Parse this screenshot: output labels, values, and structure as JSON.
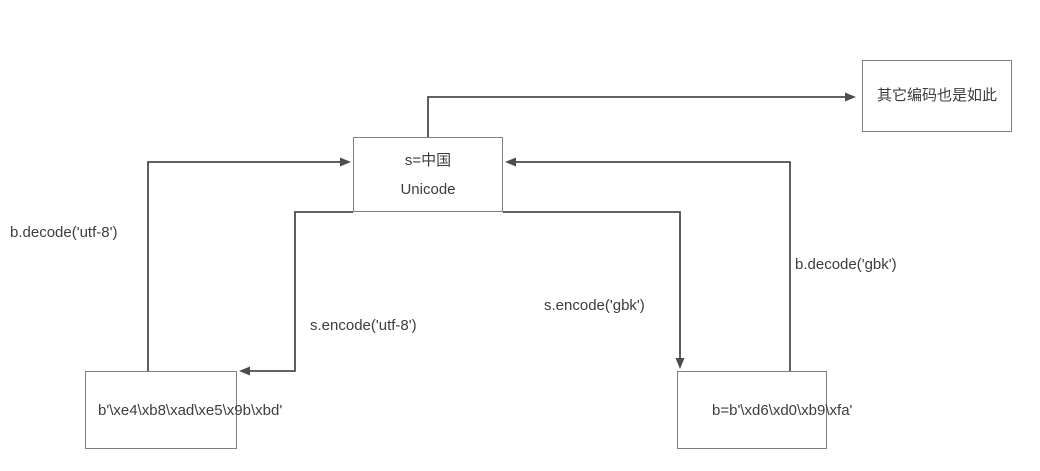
{
  "nodes": {
    "unicode": {
      "line1": "s=中国",
      "line2": "Unicode"
    },
    "other_encodings": {
      "label": "其它编码也是如此"
    },
    "utf8_bytes": {
      "label": "b'\\xe4\\xb8\\xad\\xe5\\x9b\\xbd'"
    },
    "gbk_bytes": {
      "label": "b=b'\\xd6\\xd0\\xb9\\xfa'"
    }
  },
  "edges": {
    "decode_utf8": {
      "label": "b.decode('utf-8')"
    },
    "encode_utf8": {
      "label": "s.encode('utf-8')"
    },
    "encode_gbk": {
      "label": "s.encode('gbk')"
    },
    "decode_gbk": {
      "label": "b.decode('gbk')"
    }
  },
  "colors": {
    "line": "#4d4d4d",
    "box_border": "#7f7f7f",
    "text": "#3d3d3d",
    "background": "#ffffff"
  }
}
